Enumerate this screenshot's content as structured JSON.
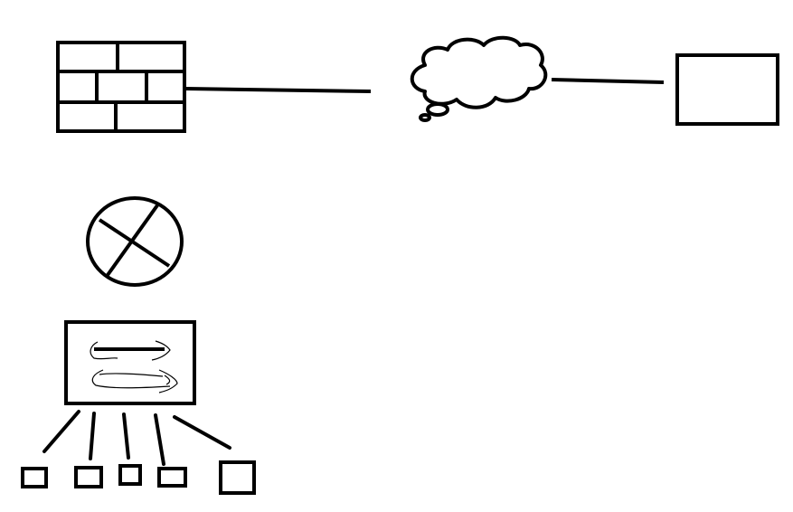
{
  "diagram": {
    "background": "#ffffff",
    "stroke_color": "#000000",
    "nodes": [
      {
        "id": "firewall",
        "icon": "firewall-brick-wall-icon"
      },
      {
        "id": "cloud",
        "icon": "cloud-thought-bubble-icon"
      },
      {
        "id": "host",
        "icon": "rectangle-host-icon"
      },
      {
        "id": "router",
        "icon": "router-circle-x-icon"
      },
      {
        "id": "switch",
        "icon": "switch-with-arrows-icon"
      },
      {
        "id": "client-1",
        "icon": "small-square-node-icon"
      },
      {
        "id": "client-2",
        "icon": "small-square-node-icon"
      },
      {
        "id": "client-3",
        "icon": "small-square-node-icon"
      },
      {
        "id": "client-4",
        "icon": "small-square-node-icon"
      },
      {
        "id": "client-5",
        "icon": "small-square-node-icon"
      }
    ],
    "links": [
      {
        "from": "firewall",
        "to": "cloud"
      },
      {
        "from": "cloud",
        "to": "host"
      },
      {
        "from": "switch",
        "to": "client-1"
      },
      {
        "from": "switch",
        "to": "client-2"
      },
      {
        "from": "switch",
        "to": "client-3"
      },
      {
        "from": "switch",
        "to": "client-4"
      },
      {
        "from": "switch",
        "to": "client-5"
      }
    ]
  }
}
